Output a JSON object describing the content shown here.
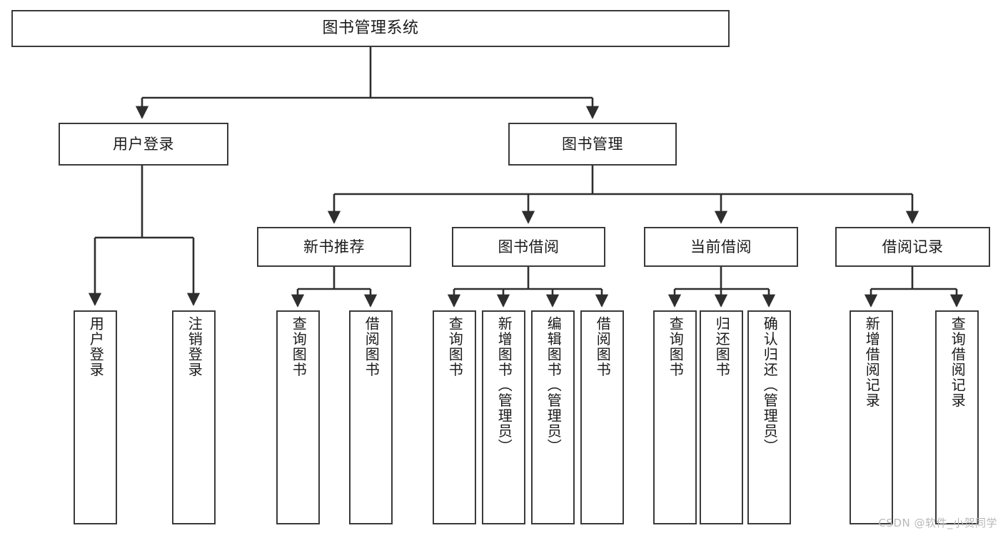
{
  "diagram": {
    "title": "图书管理系统",
    "type": "tree-hierarchy-chart",
    "colors": {
      "box_border": "#3a3a3a",
      "box_fill": "#ffffff",
      "connector": "#2e2e2e",
      "text": "#1a1a1a",
      "watermark": "#b9b9b9"
    },
    "root": {
      "label": "图书管理系统"
    },
    "level1": [
      {
        "label": "用户登录"
      },
      {
        "label": "图书管理"
      }
    ],
    "level2": [
      {
        "label": "新书推荐"
      },
      {
        "label": "图书借阅"
      },
      {
        "label": "当前借阅"
      },
      {
        "label": "借阅记录"
      }
    ],
    "leaves": {
      "user_login": [
        {
          "label": "用户登录"
        },
        {
          "label": "注销登录"
        }
      ],
      "new_book_recommend": [
        {
          "label": "查询图书"
        },
        {
          "label": "借阅图书"
        }
      ],
      "book_borrow": [
        {
          "label": "查询图书"
        },
        {
          "label": "新增图书（管理员）"
        },
        {
          "label": "编辑图书（管理员）"
        },
        {
          "label": "借阅图书"
        }
      ],
      "current_borrow": [
        {
          "label": "查询图书"
        },
        {
          "label": "归还图书"
        },
        {
          "label": "确认归还（管理员）"
        }
      ],
      "borrow_record": [
        {
          "label": "新增借阅记录"
        },
        {
          "label": "查询借阅记录"
        }
      ]
    }
  },
  "watermark": {
    "text": "CSDN @软件_小贺同学"
  }
}
